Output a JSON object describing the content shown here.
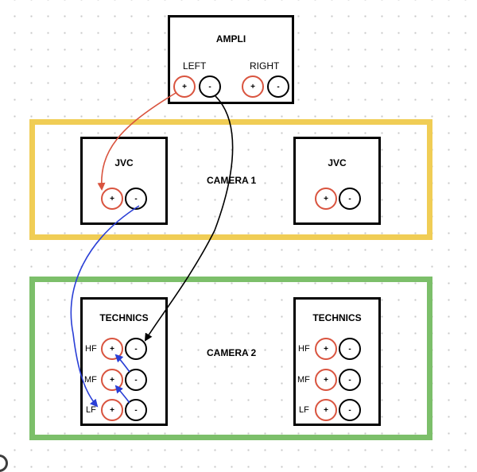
{
  "colors": {
    "camera1_border": "#f0cd55",
    "camera2_border": "#7cbf6a",
    "plus_terminal": "#d9543f",
    "minus_terminal": "#000000",
    "wire_red": "#d9543f",
    "wire_black": "#000000",
    "wire_blue": "#2a3fd6"
  },
  "ampli": {
    "title": "AMPLI",
    "left_label": "LEFT",
    "right_label": "RIGHT",
    "plus": "+",
    "minus": "-"
  },
  "camera1": {
    "label": "CAMERA 1",
    "jvc_left": {
      "title": "JVC",
      "plus": "+",
      "minus": "-"
    },
    "jvc_right": {
      "title": "JVC",
      "plus": "+",
      "minus": "-"
    }
  },
  "camera2": {
    "label": "CAMERA 2",
    "technics_left": {
      "title": "TECHNICS",
      "hf": "HF",
      "mf": "MF",
      "lf": "LF",
      "plus": "+",
      "minus": "-"
    },
    "technics_right": {
      "title": "TECHNICS",
      "hf": "HF",
      "mf": "MF",
      "lf": "LF",
      "plus": "+",
      "minus": "-"
    }
  }
}
